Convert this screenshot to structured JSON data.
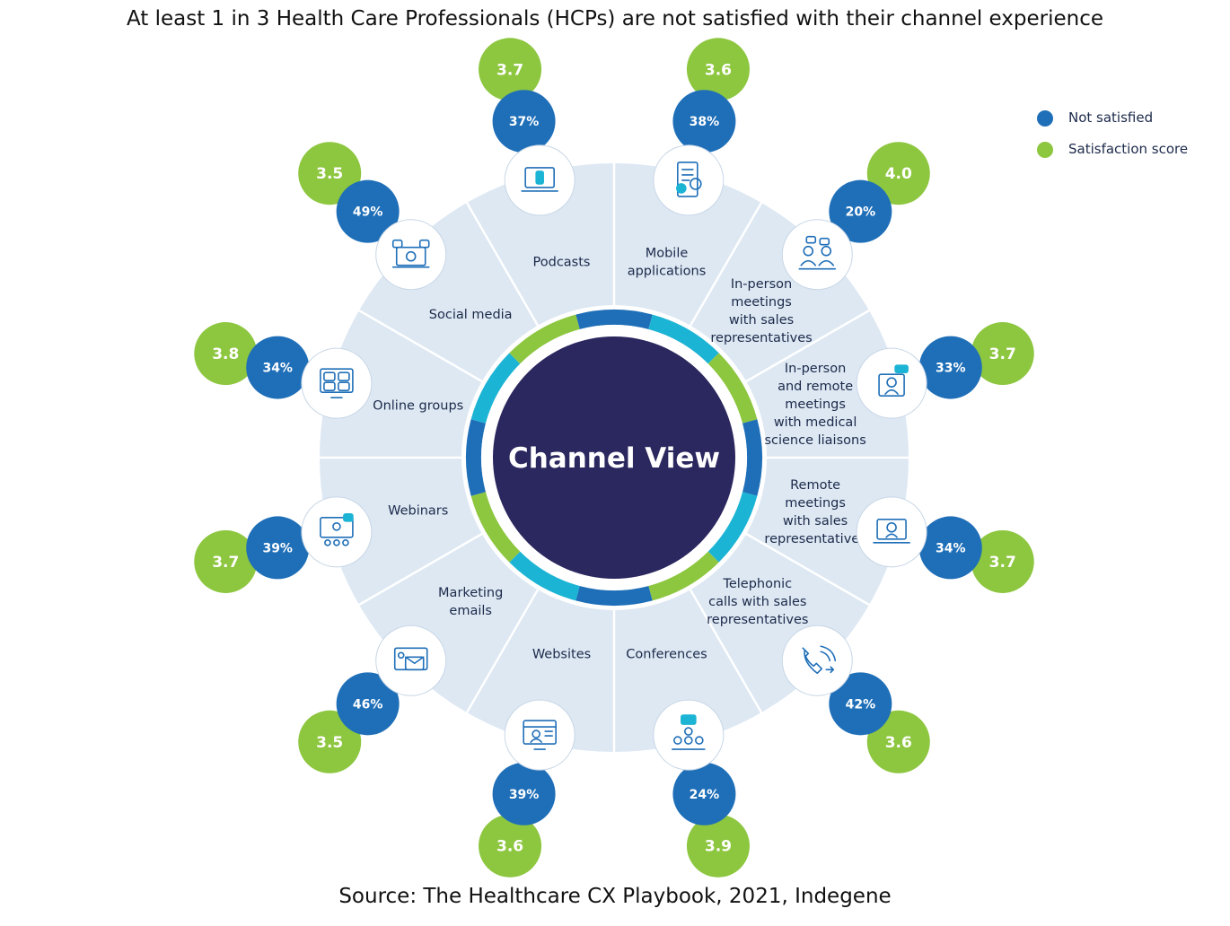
{
  "title": "At least 1 in 3 Health Care Professionals (HCPs) are not satisfied with their channel experience",
  "source": "Source: The Healthcare CX Playbook, 2021,  Indegene",
  "center_label": "Channel View",
  "legend": [
    {
      "label": "Not satisfied",
      "color": "#1f6fb8"
    },
    {
      "label": "Satisfaction score",
      "color": "#8dc63f"
    }
  ],
  "colors": {
    "wheel": "#dde8f3",
    "spoke": "#ffffff",
    "center": "#2b275f",
    "not_satisfied": "#1f6fb8",
    "score": "#8dc63f",
    "ring_cyan": "#1cb4d4",
    "icon": "#1f6fb8"
  },
  "channels": [
    {
      "name": "Mobile applications",
      "lines": [
        "Mobile",
        "applications"
      ],
      "not_satisfied": "38%",
      "score": "3.6",
      "icon": "mobile-app-icon"
    },
    {
      "name": "In-person meetings with sales representatives",
      "lines": [
        "In-person",
        "meetings",
        "with sales",
        "representatives"
      ],
      "not_satisfied": "20%",
      "score": "4.0",
      "icon": "in-person-meeting-icon"
    },
    {
      "name": "In-person and remote meetings with medical science liaisons",
      "lines": [
        "In-person",
        "and remote",
        "meetings",
        "with medical",
        "science liaisons"
      ],
      "not_satisfied": "33%",
      "score": "3.7",
      "icon": "msl-meeting-icon"
    },
    {
      "name": "Remote meetings with sales representatives",
      "lines": [
        "Remote",
        "meetings",
        "with sales",
        "representatives"
      ],
      "not_satisfied": "34%",
      "score": "3.7",
      "icon": "remote-meeting-icon"
    },
    {
      "name": "Telephonic calls with sales representatives",
      "lines": [
        "Telephonic",
        "calls with sales",
        "representatives"
      ],
      "not_satisfied": "42%",
      "score": "3.6",
      "icon": "phone-call-icon"
    },
    {
      "name": "Conferences",
      "lines": [
        "Conferences"
      ],
      "not_satisfied": "24%",
      "score": "3.9",
      "icon": "conference-icon"
    },
    {
      "name": "Websites",
      "lines": [
        "Websites"
      ],
      "not_satisfied": "39%",
      "score": "3.6",
      "icon": "website-icon"
    },
    {
      "name": "Marketing emails",
      "lines": [
        "Marketing",
        "emails"
      ],
      "not_satisfied": "46%",
      "score": "3.5",
      "icon": "email-icon"
    },
    {
      "name": "Webinars",
      "lines": [
        "Webinars"
      ],
      "not_satisfied": "39%",
      "score": "3.7",
      "icon": "webinar-icon"
    },
    {
      "name": "Online groups",
      "lines": [
        "Online groups"
      ],
      "not_satisfied": "34%",
      "score": "3.8",
      "icon": "online-groups-icon"
    },
    {
      "name": "Social media",
      "lines": [
        "Social media"
      ],
      "not_satisfied": "49%",
      "score": "3.5",
      "icon": "social-media-icon"
    },
    {
      "name": "Podcasts",
      "lines": [
        "Podcasts"
      ],
      "not_satisfied": "37%",
      "score": "3.7",
      "icon": "podcast-icon"
    }
  ]
}
